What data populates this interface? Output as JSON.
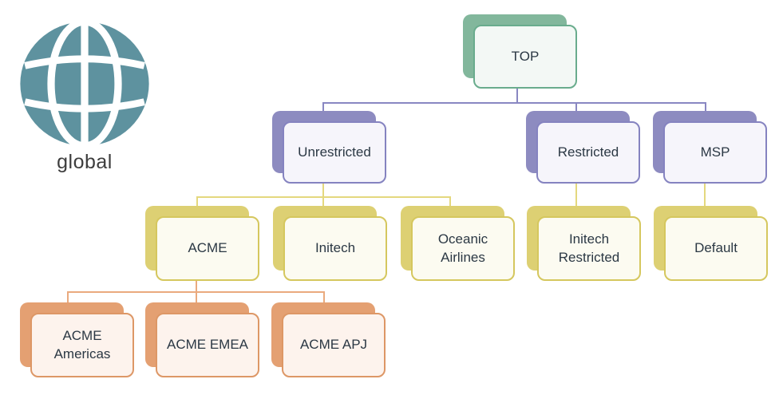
{
  "global_label": "global",
  "colors": {
    "globe": "#5e929f",
    "globe_label": "#3d3d3d",
    "text": "#2b3844",
    "green_shadow": "#82b79c",
    "green_border": "#69ac8d",
    "green_fill": "#f3f8f5",
    "purple_shadow": "#8d8bc0",
    "purple_border": "#8583c0",
    "purple_fill": "#f6f5fb",
    "yellow_shadow": "#ddd073",
    "yellow_border": "#d5c75e",
    "yellow_fill": "#fcfbf1",
    "orange_shadow": "#e4a072",
    "orange_border": "#dd9766",
    "orange_fill": "#fdf3ed",
    "conn_purple": "#8987c2",
    "conn_yellow": "#e4d87e",
    "conn_orange": "#eaaa7e"
  },
  "nodes": {
    "top": {
      "label": "TOP",
      "level": 0,
      "parent": null,
      "color": "green"
    },
    "unrestricted": {
      "label": "Unrestricted",
      "level": 1,
      "parent": "TOP",
      "color": "purple"
    },
    "restricted": {
      "label": "Restricted",
      "level": 1,
      "parent": "TOP",
      "color": "purple"
    },
    "msp": {
      "label": "MSP",
      "level": 1,
      "parent": "TOP",
      "color": "purple"
    },
    "acme": {
      "label": "ACME",
      "level": 2,
      "parent": "Unrestricted",
      "color": "yellow"
    },
    "initech": {
      "label": "Initech",
      "level": 2,
      "parent": "Unrestricted",
      "color": "yellow"
    },
    "oceanic_airlines": {
      "label": "Oceanic Airlines",
      "level": 2,
      "parent": "Unrestricted",
      "color": "yellow"
    },
    "initech_restricted": {
      "label": "Initech Restricted",
      "level": 2,
      "parent": "Restricted",
      "color": "yellow"
    },
    "default": {
      "label": "Default",
      "level": 2,
      "parent": "MSP",
      "color": "yellow"
    },
    "acme_americas": {
      "label": "ACME Americas",
      "level": 3,
      "parent": "ACME",
      "color": "orange"
    },
    "acme_emea": {
      "label": "ACME EMEA",
      "level": 3,
      "parent": "ACME",
      "color": "orange"
    },
    "acme_apj": {
      "label": "ACME APJ",
      "level": 3,
      "parent": "ACME",
      "color": "orange"
    }
  }
}
